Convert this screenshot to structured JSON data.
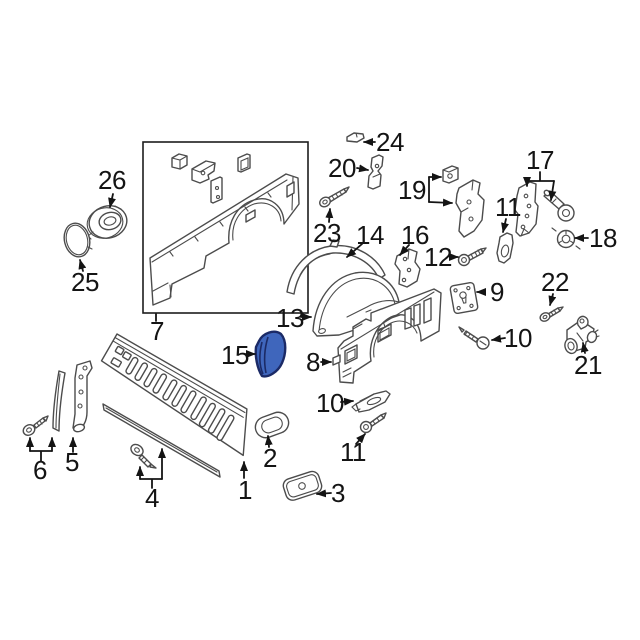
{
  "diagram": {
    "type": "exploded-parts-diagram",
    "subject": "pickup-truck-bed-panels-and-hardware",
    "background": "#ffffff",
    "line_color": "#4c4c4c",
    "leader_color": "#141414",
    "highlight_color": "#3f66bc",
    "highlight_outline": "#1b2a66",
    "callouts": [
      {
        "label": "24",
        "part": "clip"
      },
      {
        "label": "20",
        "part": "bracket"
      },
      {
        "label": "17",
        "part": "striker-plate-and-bolt"
      },
      {
        "label": "26",
        "part": "fuel-filler-housing"
      },
      {
        "label": "19",
        "part": "mounting-bracket-set"
      },
      {
        "label": "11",
        "part": "gasket"
      },
      {
        "label": "18",
        "part": "push-nut"
      },
      {
        "label": "23",
        "part": "bolt"
      },
      {
        "label": "14",
        "part": "outer-wheelhouse-arch"
      },
      {
        "label": "16",
        "part": "support-bracket"
      },
      {
        "label": "12",
        "part": "bolt"
      },
      {
        "label": "25",
        "part": "seal-ring"
      },
      {
        "label": "9",
        "part": "access-plate"
      },
      {
        "label": "22",
        "part": "bolt"
      },
      {
        "label": "13",
        "part": "inner-wheelhouse"
      },
      {
        "label": "7",
        "part": "bed-side-panel-assembly"
      },
      {
        "label": "10",
        "part": "screw"
      },
      {
        "label": "15",
        "part": "stake-pocket-highlighted"
      },
      {
        "label": "8",
        "part": "inner-side-panel"
      },
      {
        "label": "21",
        "part": "latch-assembly"
      },
      {
        "label": "10",
        "part": "bracket"
      },
      {
        "label": "11",
        "part": "screw"
      },
      {
        "label": "2",
        "part": "stake-pocket-bezel"
      },
      {
        "label": "5",
        "part": "front-panel-brace"
      },
      {
        "label": "6",
        "part": "bolt-and-strip"
      },
      {
        "label": "1",
        "part": "bed-front-panel"
      },
      {
        "label": "4",
        "part": "bolt-and-molding-strip"
      },
      {
        "label": "3",
        "part": "cover-plate"
      }
    ]
  }
}
